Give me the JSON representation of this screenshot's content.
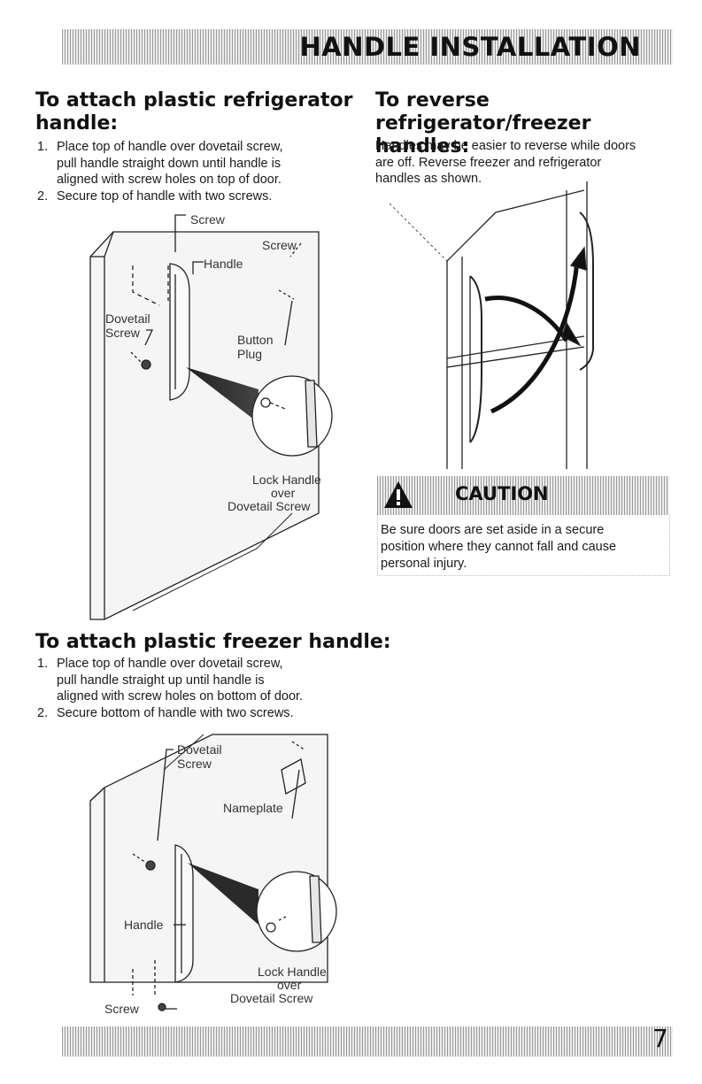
{
  "header": {
    "title": "HANDLE INSTALLATION"
  },
  "section1": {
    "title_line1": "To attach plastic refrigerator",
    "title_line2": "handle:",
    "steps": [
      {
        "num": "1.",
        "lines": [
          "Place top of handle over dovetail screw,",
          "pull handle straight down until handle is",
          "aligned with screw holes on top of door."
        ]
      },
      {
        "num": "2.",
        "lines": [
          "Secure top of handle with two screws."
        ]
      }
    ],
    "figure": {
      "screw_top": "Screw",
      "screw_right": "Screw",
      "handle": "Handle",
      "dovetail_line1": "Dovetail",
      "dovetail_line2": "Screw",
      "button_line1": "Button",
      "button_line2": "Plug",
      "lock_line1": "Lock Handle",
      "lock_line2": "over",
      "lock_line3": "Dovetail Screw"
    }
  },
  "section2": {
    "title_line1": "To reverse refrigerator/freezer",
    "title_line2": "handles:",
    "body_lines": [
      "Handles may be easier to reverse while doors",
      "are off. Reverse freezer and refrigerator",
      "handles as shown."
    ]
  },
  "caution": {
    "title": "CAUTION",
    "lines": [
      "Be sure doors are set aside in a secure",
      "position where they cannot fall and cause",
      "personal injury."
    ]
  },
  "section3": {
    "title": "To attach plastic freezer handle:",
    "steps": [
      {
        "num": "1.",
        "lines": [
          "Place top of handle over dovetail screw,",
          "pull handle straight up until handle is",
          "aligned with screw holes on bottom of door."
        ]
      },
      {
        "num": "2.",
        "lines": [
          "Secure bottom of handle with two screws."
        ]
      }
    ],
    "figure": {
      "dovetail_line1": "Dovetail",
      "dovetail_line2": "Screw",
      "nameplate": "Nameplate",
      "handle": "Handle",
      "screw": "Screw",
      "lock_line1": "Lock Handle",
      "lock_line2": "over",
      "lock_line3": "Dovetail Screw"
    }
  },
  "footer": {
    "page_number": "7"
  }
}
